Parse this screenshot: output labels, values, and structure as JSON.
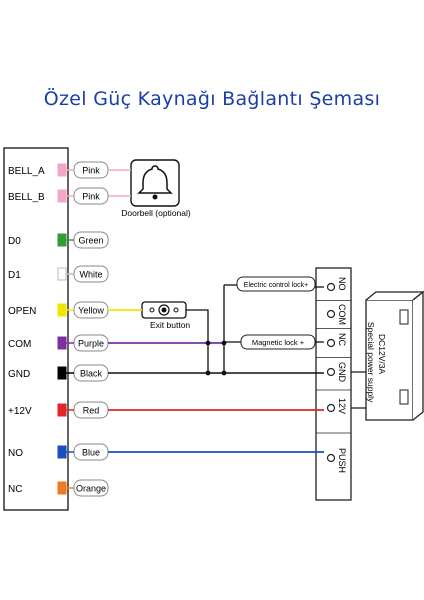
{
  "title": "Özel Güç Kaynağı Bağlantı Şeması",
  "controller_pins": [
    {
      "pin": "BELL_A",
      "wire": "Pink",
      "color": "#f4a6c8"
    },
    {
      "pin": "BELL_B",
      "wire": "Pink",
      "color": "#f4a6c8"
    },
    {
      "pin": "D0",
      "wire": "Green",
      "color": "#2e9e3a"
    },
    {
      "pin": "D1",
      "wire": "White",
      "color": "#ffffff"
    },
    {
      "pin": "OPEN",
      "wire": "Yellow",
      "color": "#f2e600"
    },
    {
      "pin": "COM",
      "wire": "Purple",
      "color": "#7d2fa0"
    },
    {
      "pin": "GND",
      "wire": "Black",
      "color": "#000000"
    },
    {
      "pin": "+12V",
      "wire": "Red",
      "color": "#e0262a"
    },
    {
      "pin": "NO",
      "wire": "Blue",
      "color": "#1a4fbf"
    },
    {
      "pin": "NC",
      "wire": "Orange",
      "color": "#f07a20"
    }
  ],
  "doorbell_label": "Doorbell (optional)",
  "exit_button_label": "Exit button",
  "electric_lock_label": "Electric control lock+",
  "magnetic_lock_label": "Magnetic lock +",
  "terminal_block": [
    "NO",
    "COM",
    "NC",
    "GND",
    "12V",
    "PUSH"
  ],
  "power_supply": {
    "line1": "DC12V/3A",
    "line2": "Special power supply"
  }
}
